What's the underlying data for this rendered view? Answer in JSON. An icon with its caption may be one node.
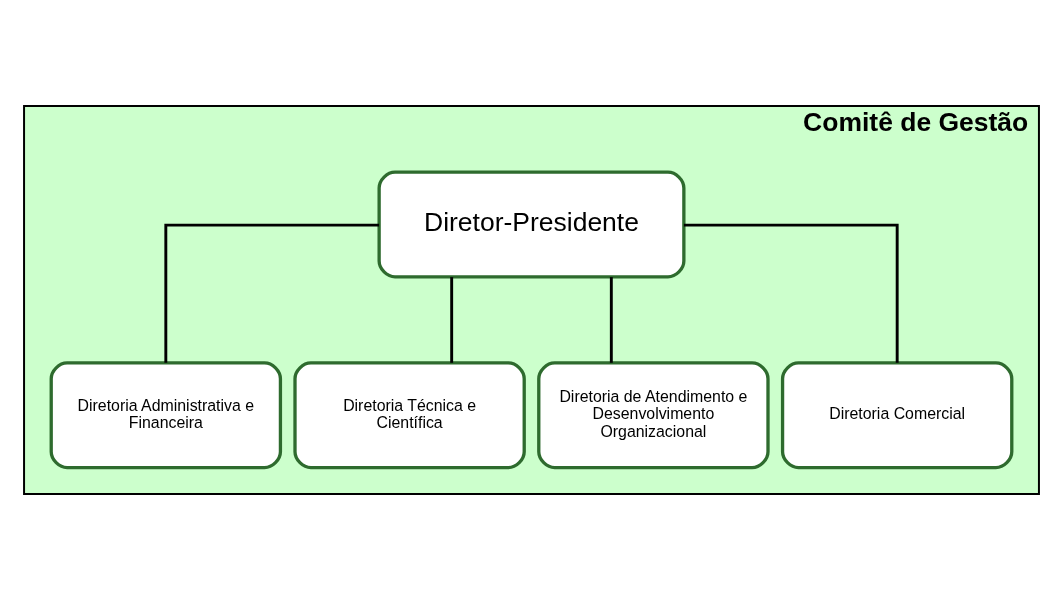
{
  "diagram": {
    "nodes": [
      {
        "text": [
          "Comitê de Gestão"
        ]
      },
      {
        "text": [
          "Diretor-Presidente"
        ],
        "in": 0
      },
      {
        "text": [
          "Diretoria Administrativa e Financeira"
        ],
        "in": 0
      },
      {
        "text": [
          "Diretoria Técnica e Científica"
        ],
        "in": 0
      },
      {
        "text": [
          "Diretoria de Atendimento e Desenvolvimento Organizacional"
        ],
        "in": 0
      },
      {
        "text": [
          "Diretoria Comercial"
        ],
        "in": 0
      }
    ],
    "edges": [
      {
        "from": 1,
        "to": 2,
        "arrow": "none"
      },
      {
        "from": 1,
        "to": 3,
        "arrow": "none"
      },
      {
        "from": 1,
        "to": 4,
        "arrow": "none"
      },
      {
        "from": 1,
        "to": 5,
        "arrow": "none"
      }
    ]
  }
}
